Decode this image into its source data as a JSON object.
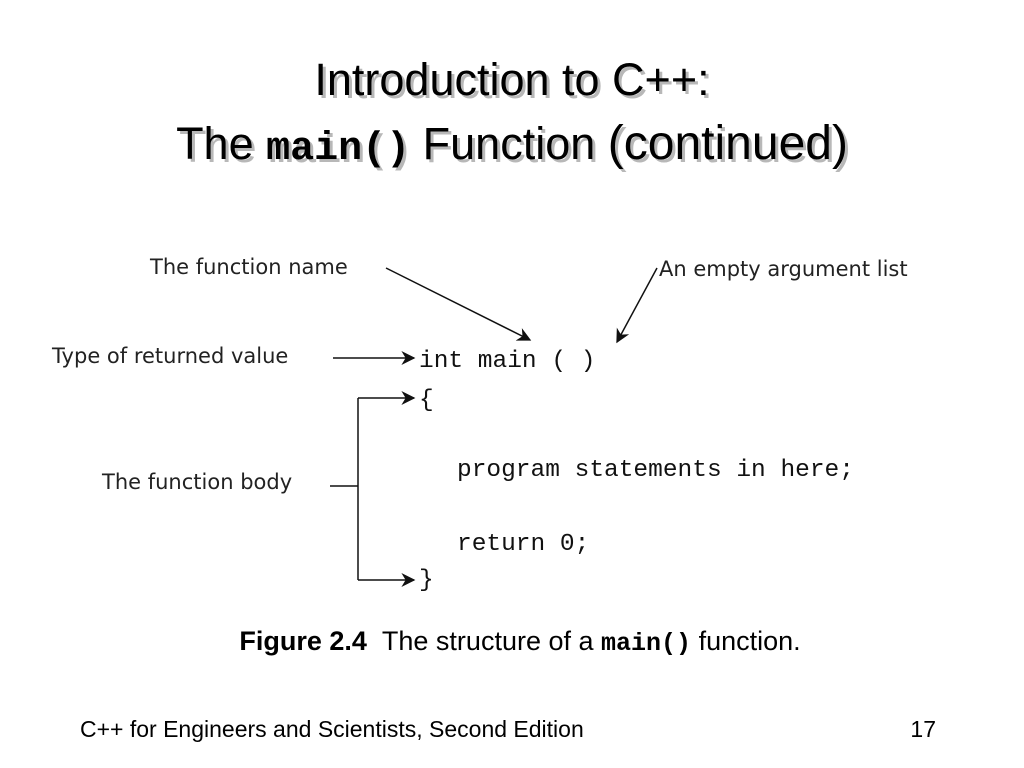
{
  "slide": {
    "title": {
      "line1": "Introduction to C++:",
      "line2_prefix": "The",
      "line2_code": "main()",
      "line2_word": "Function",
      "line2_suffix": "(continued)"
    },
    "figure": {
      "labels": {
        "function_name": "The function name",
        "empty_argument_list": "An empty argument list",
        "returned_value_type": "Type of returned value",
        "function_body": "The function body"
      },
      "code": {
        "signature": "int main ( )",
        "open_brace": "{",
        "statements": "program statements in here;",
        "return_line": "return 0;",
        "close_brace": "}"
      }
    },
    "caption": {
      "figure_number": "Figure 2.4",
      "text_before": "The structure of a",
      "code": "main()",
      "text_after": "function."
    },
    "footer": {
      "book_title": "C++ for Engineers and Scientists, Second Edition",
      "page_number": "17"
    }
  }
}
